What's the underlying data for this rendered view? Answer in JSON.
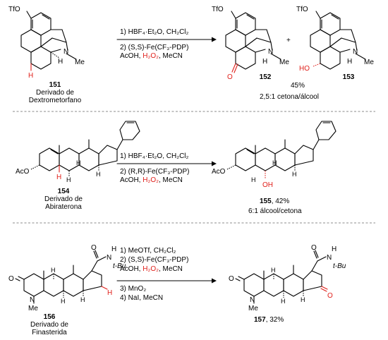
{
  "colors": {
    "highlight": "#e0201b",
    "ink": "#000000"
  },
  "scheme1": {
    "sm_substituent": "TfO",
    "sm_number": "151",
    "sm_label_1": "Derivado de",
    "sm_label_2": "Dextrometorfano",
    "sm_N": "N",
    "sm_Me": "Me",
    "sm_H": "H",
    "cond1": "1) HBF₄·Et₂O, CH₂Cl₂",
    "cond2": "2) (S,S)-Fe(CF₃-PDP)",
    "cond3_a": "AcOH, ",
    "cond3_h2o2": "H₂O₂",
    "cond3_b": ", MeCN",
    "p1_substituent": "TfO",
    "p1_number": "152",
    "p1_O": "O",
    "p2_substituent": "TfO",
    "p2_number": "153",
    "p2_HO": "HO",
    "plus": "+",
    "yield": "45%",
    "ratio": "2,5:1 cetona/álcool"
  },
  "scheme2": {
    "sm_substituent": "AcO",
    "sm_number": "154",
    "sm_label_1": "Derivado de",
    "sm_label_2": "Abiraterona",
    "sm_H": "H",
    "cond1": "1) HBF₄·Et₂O, CH₂Cl₂",
    "cond2": "2) (R,R)-Fe(CF₃-PDP)",
    "cond3_a": "AcOH, ",
    "cond3_h2o2": "H₂O₂",
    "cond3_b": ", MeCN",
    "p_substituent": "AcO",
    "p_OH": "OH",
    "p_number": "155",
    "p_yield": ", 42%",
    "ratio": "6:1 álcool/cetona"
  },
  "scheme3": {
    "sm_N": "N",
    "sm_Me": "Me",
    "sm_O": "O",
    "sm_tBu": "t-Bu",
    "sm_NH": "N",
    "sm_amideH": "H",
    "sm_H": "H",
    "sm_number": "156",
    "sm_label_1": "Derivado de",
    "sm_label_2": "Finasterida",
    "cond1": "1) MeOTf, CH₂Cl₂",
    "cond2": "2) (S,S)-Fe(CF₃-PDP)",
    "cond3_a": "AcOH, ",
    "cond3_h2o2": "H₂O₂",
    "cond3_b": ", MeCN",
    "cond4": "3) MnO₂",
    "cond5": "4) NaI, MeCN",
    "p_number": "157",
    "p_yield": ", 32%",
    "p_O": "O",
    "p_ketone_O": "O"
  }
}
